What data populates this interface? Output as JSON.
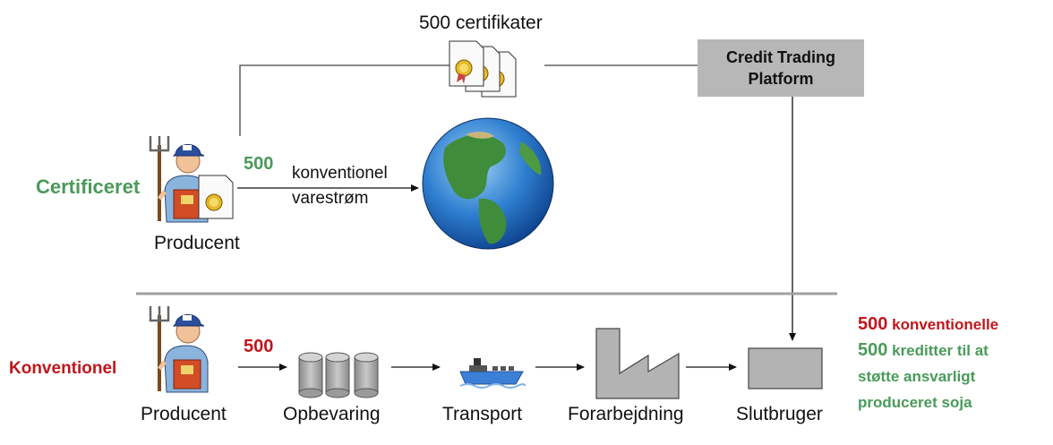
{
  "top": {
    "certificates_label": "500 certifikater",
    "platform_label_line1": "Credit Trading",
    "platform_label_line2": "Platform",
    "row_label": "Certificeret",
    "amount": "500",
    "flow_line1": "konventionel",
    "flow_line2": "varestrøm",
    "producer_label": "Producent"
  },
  "bottom": {
    "row_label": "Konventionel",
    "amount": "500",
    "stages": [
      "Producent",
      "Opbevaring",
      "Transport",
      "Forarbejdning",
      "Slutbruger"
    ]
  },
  "result": {
    "line1_number": "500",
    "line1_text": "konventionelle",
    "line2_number": "500",
    "line2_text": "kreditter til at",
    "line3_text": "støtte ansvarligt",
    "line4_text": "produceret soja"
  },
  "colors": {
    "certified_green": "#4a9a5a",
    "conventional_red": "#c0161c",
    "platform_gray": "#b7b7b7"
  },
  "icons": [
    "farmer-icon",
    "certificate-icon",
    "globe-icon",
    "silo-icon",
    "ship-icon",
    "factory-icon",
    "end-user-box-icon"
  ]
}
